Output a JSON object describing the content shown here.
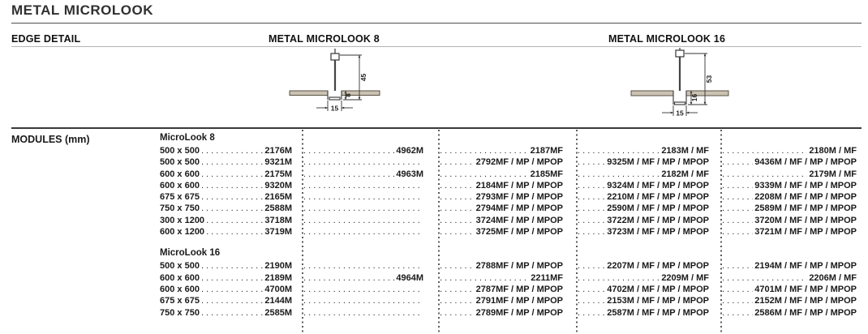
{
  "page": {
    "title": "METAL MICROLOOK"
  },
  "columns": {
    "edge_detail": "EDGE DETAIL",
    "ml8": "METAL MICROLOOK 8",
    "ml16": "METAL MICROLOOK 16"
  },
  "modules_label": "MODULES (mm)",
  "diagrams": {
    "ml8": {
      "overall": "45",
      "step": "8",
      "reveal": "15"
    },
    "ml16": {
      "overall": "53",
      "step": "16",
      "reveal": "15"
    }
  },
  "table": {
    "sections": [
      {
        "title": "MicroLook 8",
        "rows": [
          {
            "module": "500 x 500",
            "code": "2176M",
            "c2": "4962M",
            "c3": "2187MF",
            "c4": "2183M / MF",
            "c5": "2180M / MF"
          },
          {
            "module": "500 x 500",
            "code": "9321M",
            "c2": "",
            "c3": "2792MF / MP / MPOP",
            "c4": "9325M / MF / MP / MPOP",
            "c5": "9436M / MF / MP / MPOP"
          },
          {
            "module": "600 x 600",
            "code": "2175M",
            "c2": "4963M",
            "c3": "2185MF",
            "c4": "2182M / MF",
            "c5": "2179M / MF"
          },
          {
            "module": "600 x 600",
            "code": "9320M",
            "c2": "",
            "c3": "2184MF / MP / MPOP",
            "c4": "9324M / MF / MP / MPOP",
            "c5": "9339M / MF / MP / MPOP"
          },
          {
            "module": "675 x 675",
            "code": "2165M",
            "c2": "",
            "c3": "2793MF / MP / MPOP",
            "c4": "2210M / MF / MP / MPOP",
            "c5": "2208M / MF / MP / MPOP"
          },
          {
            "module": "750 x 750",
            "code": "2588M",
            "c2": "",
            "c3": "2794MF / MP / MPOP",
            "c4": "2590M / MF / MP / MPOP",
            "c5": "2589M / MF / MP / MPOP"
          },
          {
            "module": "300 x 1200",
            "code": "3718M",
            "c2": "",
            "c3": "3724MF / MP / MPOP",
            "c4": "3722M / MF / MP / MPOP",
            "c5": "3720M / MF / MP / MPOP"
          },
          {
            "module": "600 x 1200",
            "code": "3719M",
            "c2": "",
            "c3": "3725MF / MP / MPOP",
            "c4": "3723M / MF / MP / MPOP",
            "c5": "3721M / MF / MP / MPOP"
          }
        ]
      },
      {
        "title": "MicroLook 16",
        "rows": [
          {
            "module": "500 x 500",
            "code": "2190M",
            "c2": "",
            "c3": "2788MF / MP / MPOP",
            "c4": "2207M / MF / MP / MPOP",
            "c5": "2194M / MF / MP / MPOP"
          },
          {
            "module": "600 x 600",
            "code": "2189M",
            "c2": "4964M",
            "c3": "2211MF",
            "c4": "2209M / MF",
            "c5": "2206M / MF"
          },
          {
            "module": "600 x 600",
            "code": "4700M",
            "c2": "",
            "c3": "2787MF / MP / MPOP",
            "c4": "4702M / MF / MP / MPOP",
            "c5": "4701M / MF / MP / MPOP"
          },
          {
            "module": "675 x 675",
            "code": "2144M",
            "c2": "",
            "c3": "2791MF / MP / MPOP",
            "c4": "2153M / MF / MP / MPOP",
            "c5": "2152M / MF / MP / MPOP"
          },
          {
            "module": "750 x 750",
            "code": "2585M",
            "c2": "",
            "c3": "2789MF / MP / MPOP",
            "c4": "2587M / MF / MP / MPOP",
            "c5": "2586M / MF / MP / MPOP"
          }
        ]
      }
    ]
  }
}
